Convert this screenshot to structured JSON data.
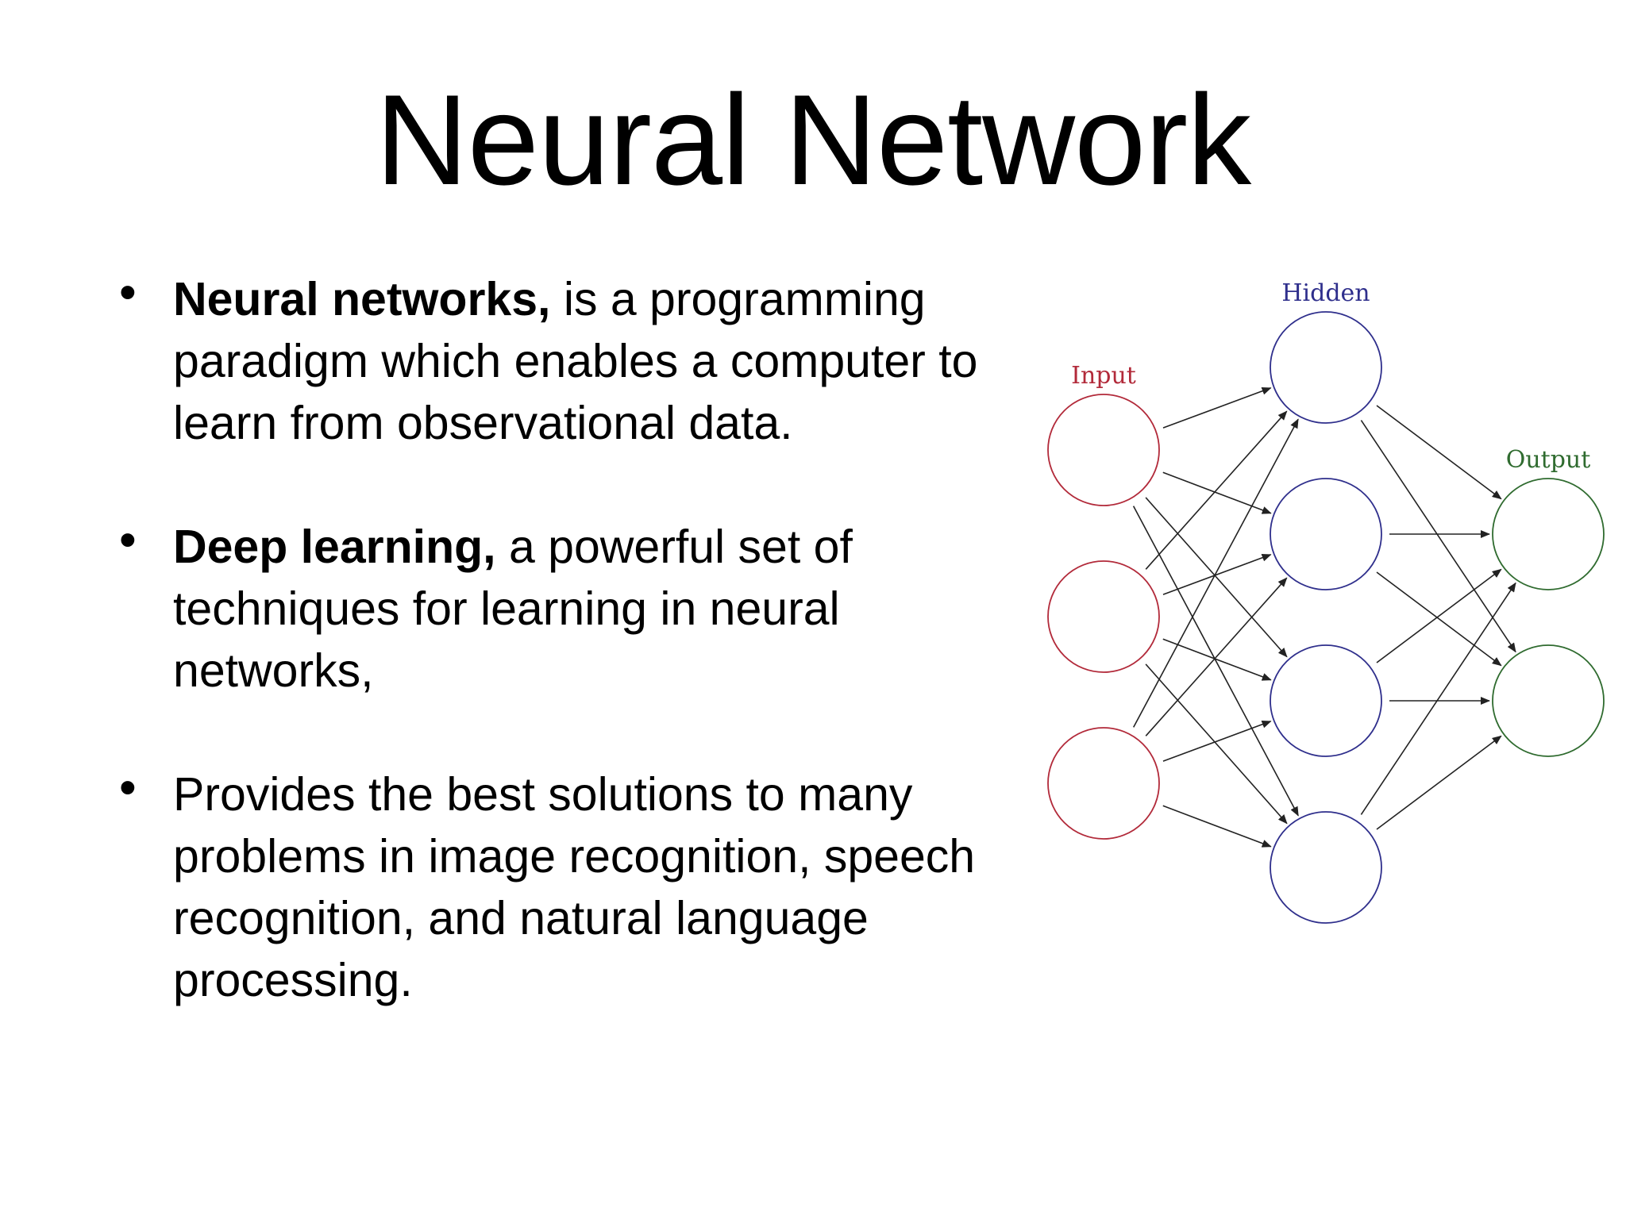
{
  "slide": {
    "title": "Neural Network",
    "bullets": [
      {
        "lead": "Neural networks,",
        "text": " is a programming paradigm which enables a computer to learn from observational data."
      },
      {
        "lead": "Deep learning,",
        "text": " a powerful set of techniques for learning in neural networks,"
      },
      {
        "lead": "",
        "text": "Provides the best solutions to many problems in image recognition, speech recognition, and natural language processing."
      }
    ],
    "bullet_symbol": "•"
  },
  "diagram": {
    "layers": [
      {
        "label": "Input",
        "count": 3,
        "color": "#b22a3a"
      },
      {
        "label": "Hidden",
        "count": 4,
        "color": "#2f2f8c"
      },
      {
        "label": "Output",
        "count": 2,
        "color": "#2f6b2f"
      }
    ],
    "edge_color": "#222222"
  }
}
